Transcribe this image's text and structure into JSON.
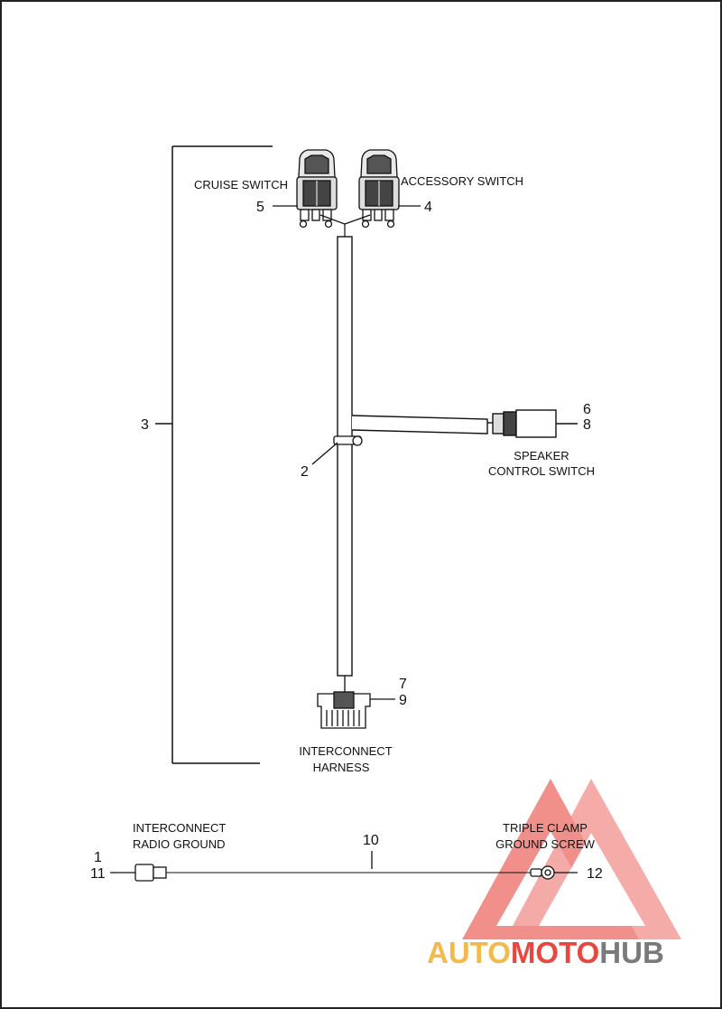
{
  "labels": {
    "cruise_switch": "CRUISE SWITCH",
    "accessory_switch": "ACCESSORY SWITCH",
    "speaker_control_switch_line1": "SPEAKER",
    "speaker_control_switch_line2": "CONTROL SWITCH",
    "interconnect_harness_line1": "INTERCONNECT",
    "interconnect_harness_line2": "HARNESS",
    "interconnect_radio_ground_line1": "INTERCONNECT",
    "interconnect_radio_ground_line2": "RADIO GROUND",
    "triple_clamp_ground_screw_line1": "TRIPLE CLAMP",
    "triple_clamp_ground_screw_line2": "GROUND SCREW"
  },
  "callouts": {
    "n1": "1",
    "n2": "2",
    "n3": "3",
    "n4": "4",
    "n5": "5",
    "n6": "6",
    "n7": "7",
    "n8": "8",
    "n9": "9",
    "n10": "10",
    "n11": "11",
    "n12": "12"
  },
  "watermark": {
    "part1": "AUTO",
    "part2": "MOTO",
    "part3": "HUB",
    "color_auto": "#f5b84a",
    "color_moto": "#e8473f",
    "color_hub": "#7a7a7a",
    "triangle_color": "#e8473f"
  }
}
